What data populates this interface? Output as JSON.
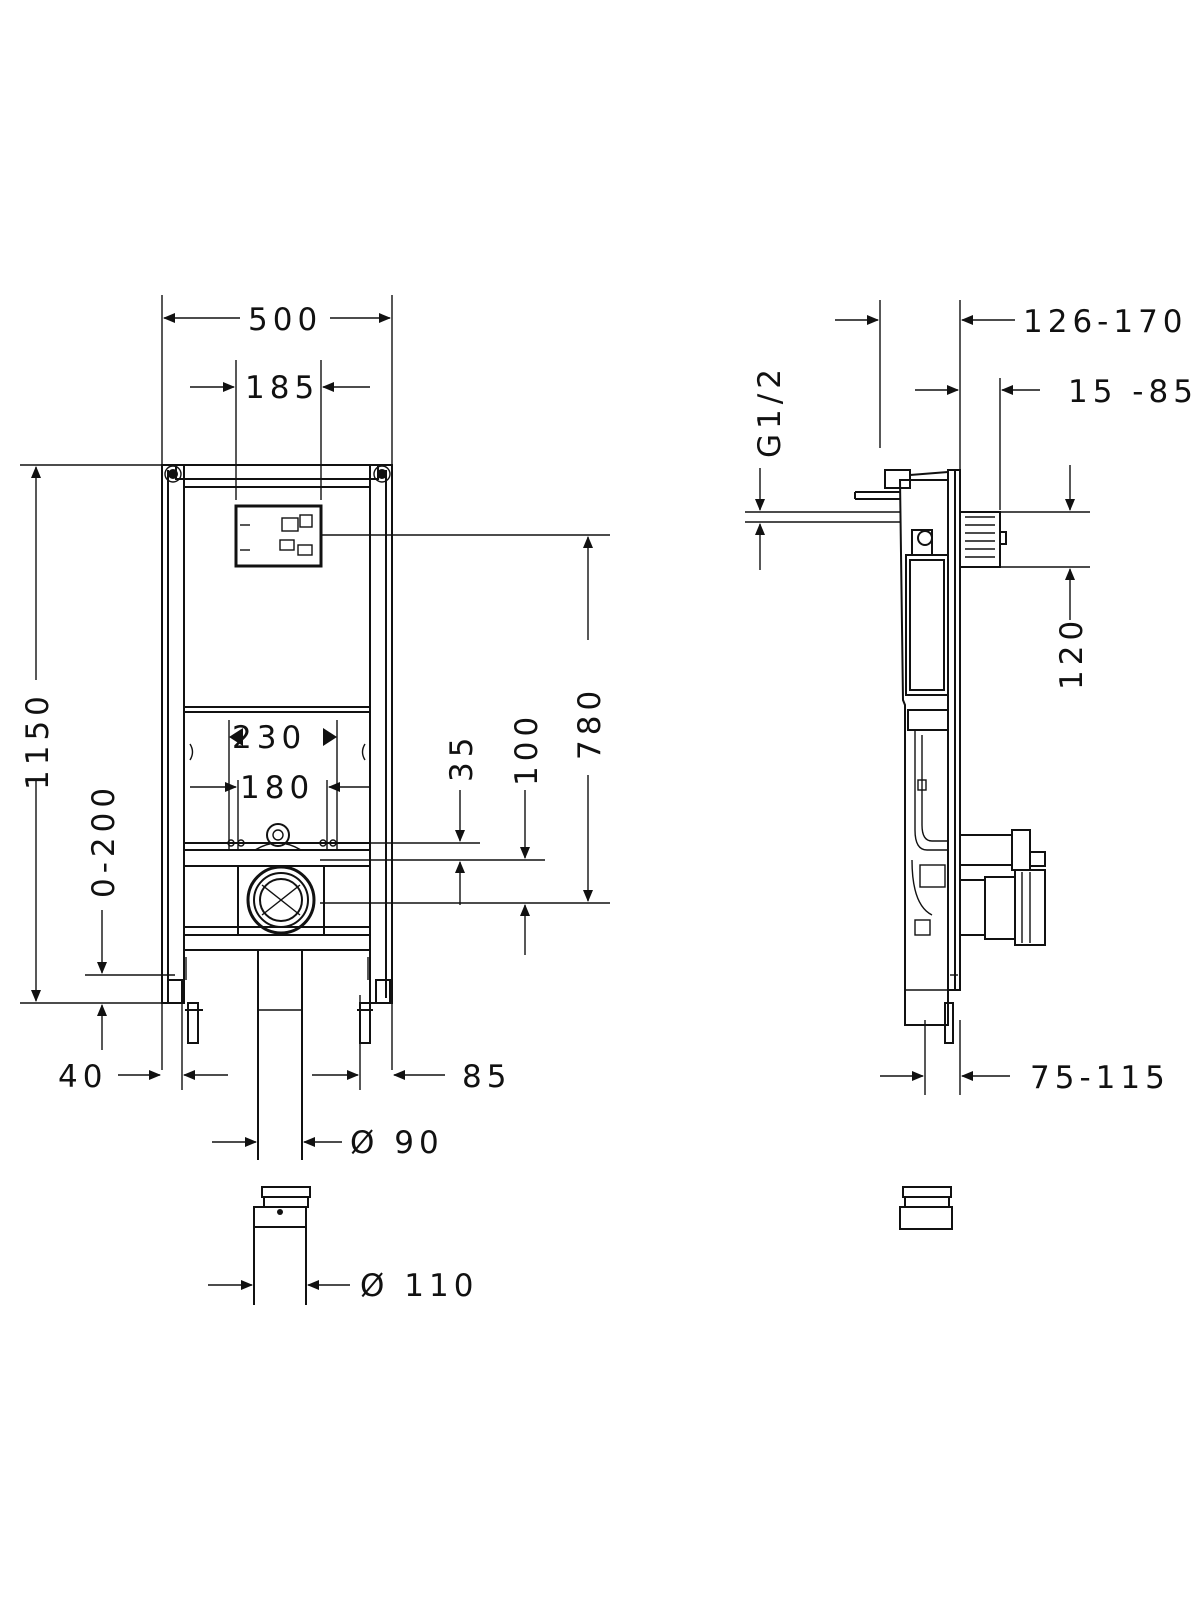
{
  "front_view": {
    "width_label": "500",
    "actuator_width_label": "185",
    "height_label": "1150",
    "mount_height_label": "0-200",
    "bolt_outer_label": "230",
    "bolt_inner_label": "180",
    "offset_35_label": "35",
    "offset_100_label": "100",
    "height_780_label": "780",
    "foot_left_label": "40",
    "foot_right_label": "85",
    "pipe_90_label": "Ø 90",
    "pipe_110_label": "Ø 110"
  },
  "side_view": {
    "depth_label": "126-170",
    "inlet_label": "G1/2",
    "wall_offset_label": "15 -85",
    "actuator_height_label": "120",
    "foot_depth_label": "75-115"
  }
}
